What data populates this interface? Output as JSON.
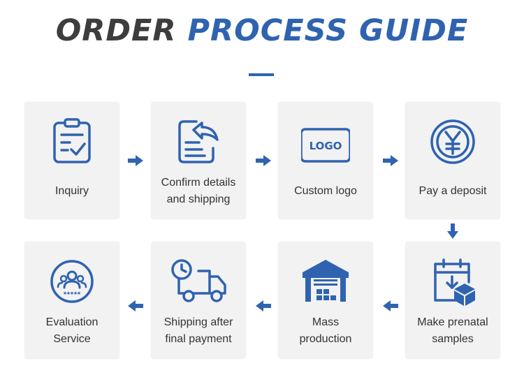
{
  "title": {
    "part1": "ORDER",
    "part2": "PROCESS GUIDE"
  },
  "colors": {
    "accent": "#2f63b0",
    "title_dark": "#3d3d3d",
    "card_bg": "#f2f2f2"
  },
  "steps": [
    {
      "icon": "clipboard-check-icon",
      "label": "Inquiry"
    },
    {
      "icon": "document-reply-icon",
      "label_line1": "Confirm details",
      "label_line2": "and shipping"
    },
    {
      "icon": "logo-badge-icon",
      "icon_text": "LOGO",
      "label": "Custom logo"
    },
    {
      "icon": "yen-coin-icon",
      "label": "Pay a deposit"
    },
    {
      "icon": "calendar-box-icon",
      "label_line1": "Make prenatal",
      "label_line2": "samples"
    },
    {
      "icon": "warehouse-icon",
      "label_line1": "Mass",
      "label_line2": "production"
    },
    {
      "icon": "delivery-truck-icon",
      "label_line1": "Shipping after",
      "label_line2": "final payment"
    },
    {
      "icon": "customer-rating-icon",
      "label_line1": "Evaluation",
      "label_line2": "Service"
    }
  ]
}
